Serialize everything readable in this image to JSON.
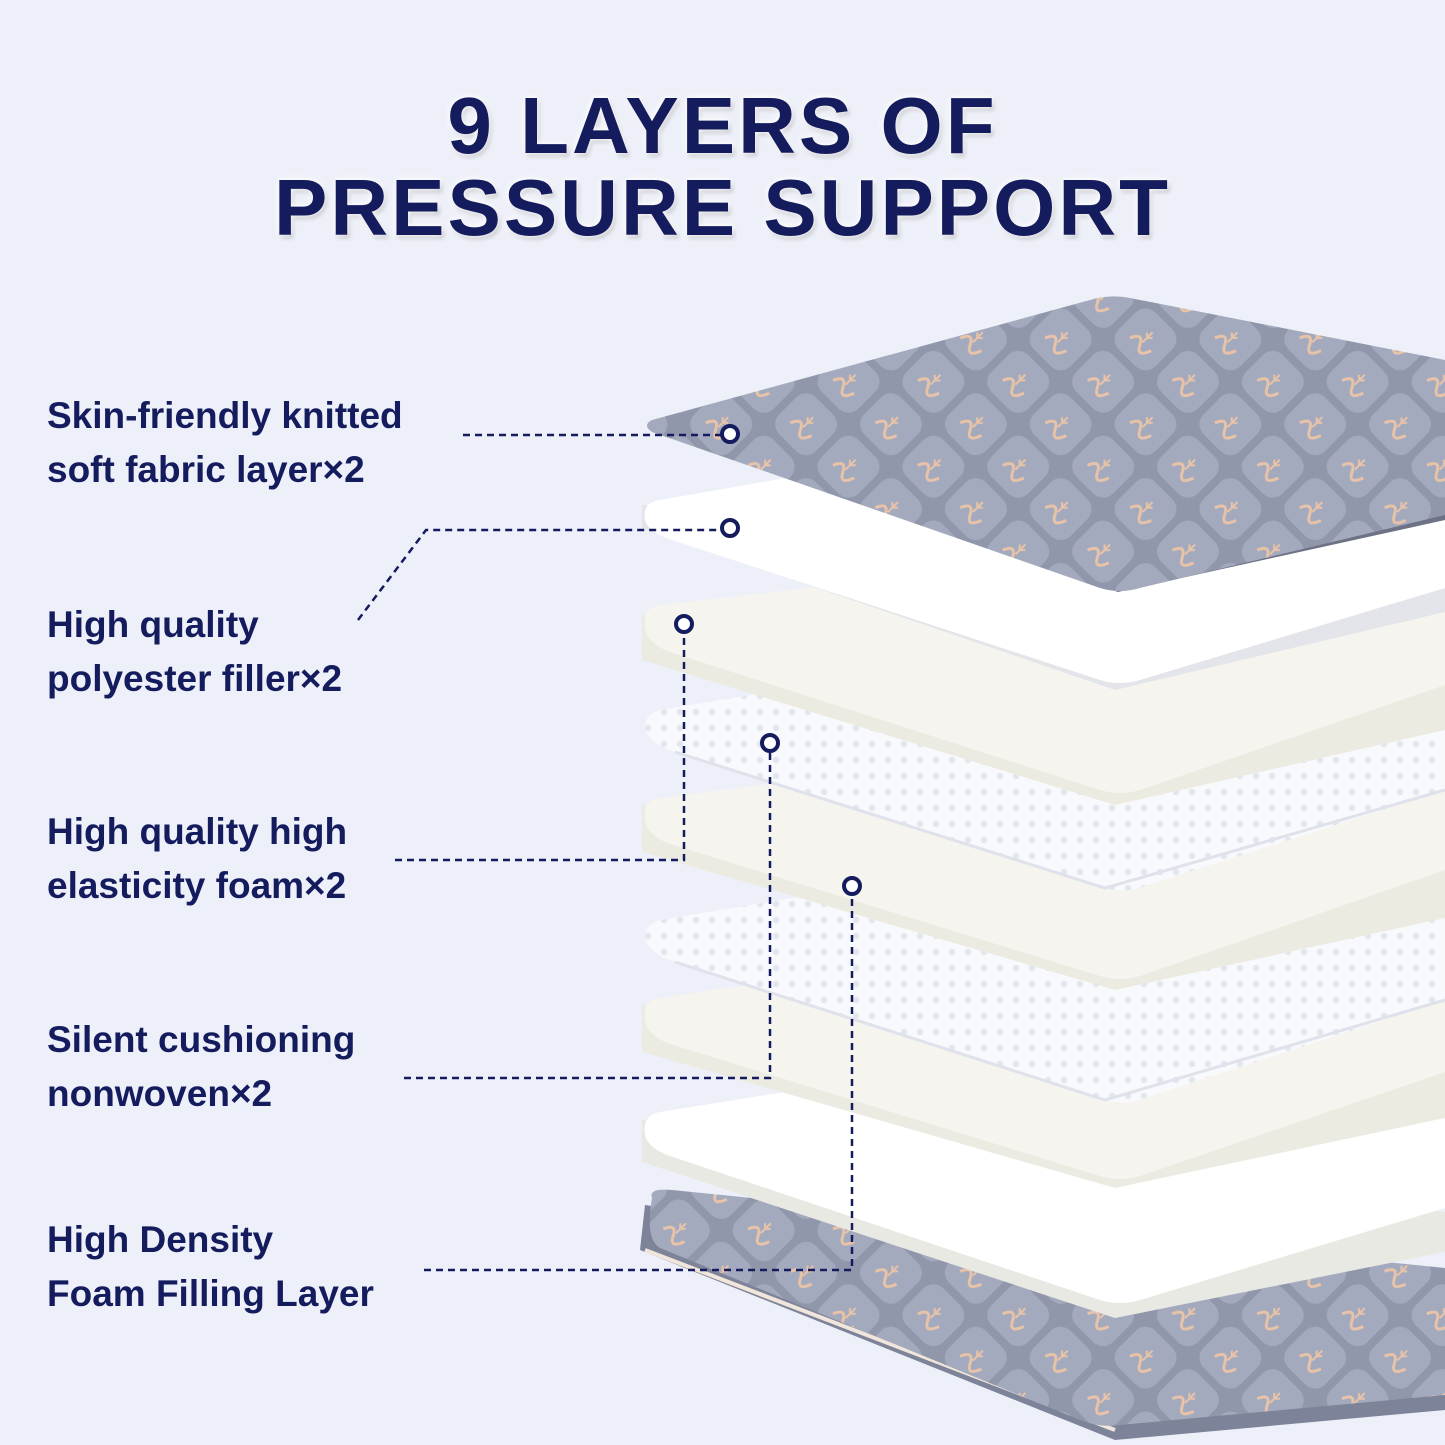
{
  "title": {
    "line1": "9 LAYERS OF",
    "line2": "PRESSURE SUPPORT"
  },
  "labels": [
    {
      "line1": "Skin-friendly knitted",
      "line2": "soft fabric layer×2"
    },
    {
      "line1": "High quality",
      "line2": "polyester filler×2"
    },
    {
      "line1": "High quality high",
      "line2": "elasticity foam×2"
    },
    {
      "line1": "Silent cushioning",
      "line2": "nonwoven×2"
    },
    {
      "line1": "High Density",
      "line2": "Foam Filling Layer"
    }
  ],
  "colors": {
    "background": "#eef0f9",
    "text": "#141c5e",
    "fabric": "#8d93a7",
    "foam": "#f4f3ec",
    "nonwoven": "#f7f8fb"
  }
}
